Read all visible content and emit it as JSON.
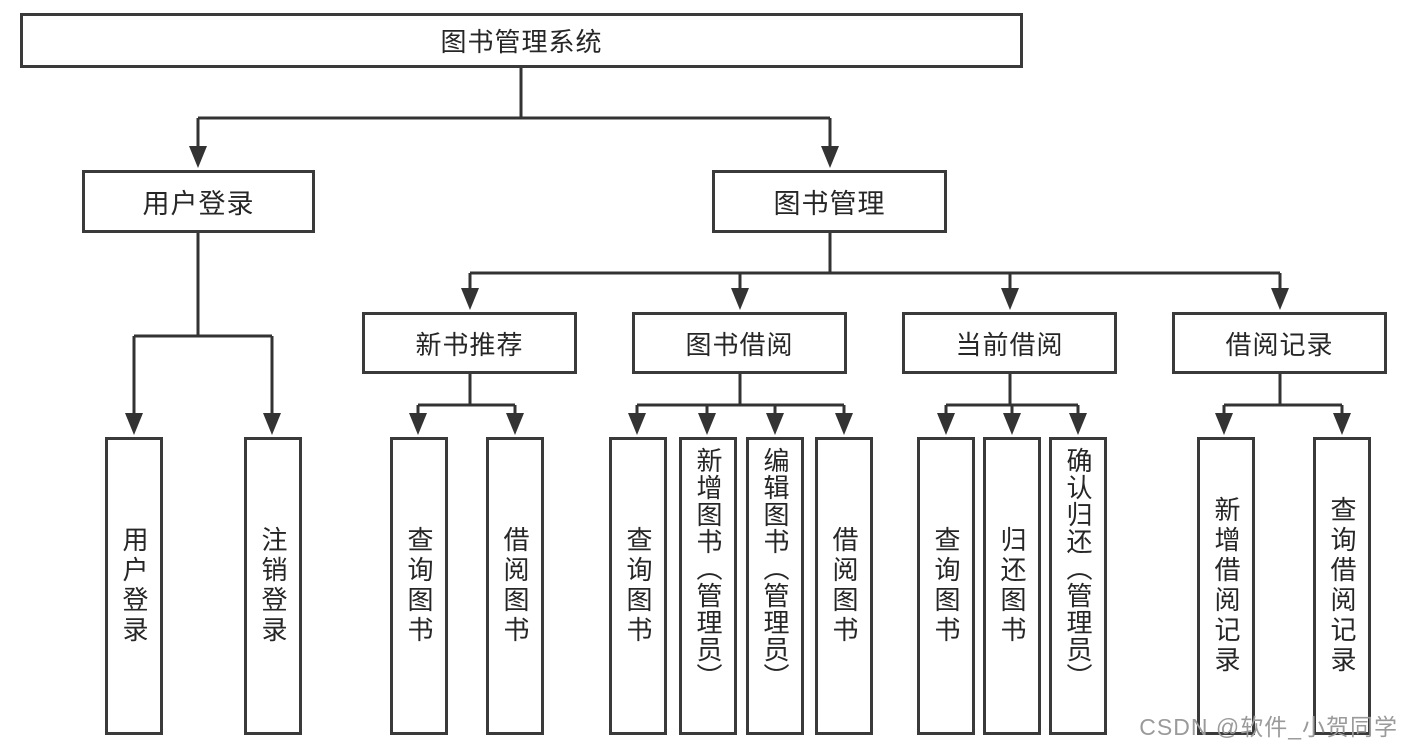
{
  "tree": {
    "label": "图书管理系统",
    "children": [
      {
        "label": "用户登录",
        "children": [
          {
            "label": "用户登录"
          },
          {
            "label": "注销登录"
          }
        ]
      },
      {
        "label": "图书管理",
        "children": [
          {
            "label": "新书推荐",
            "children": [
              {
                "label": "查询图书"
              },
              {
                "label": "借阅图书"
              }
            ]
          },
          {
            "label": "图书借阅",
            "children": [
              {
                "label": "查询图书"
              },
              {
                "label": "新增图书（管理员）"
              },
              {
                "label": "编辑图书（管理员）"
              },
              {
                "label": "借阅图书"
              }
            ]
          },
          {
            "label": "当前借阅",
            "children": [
              {
                "label": "查询图书"
              },
              {
                "label": "归还图书"
              },
              {
                "label": "确认归还（管理员）"
              }
            ]
          },
          {
            "label": "借阅记录",
            "children": [
              {
                "label": "新增借阅记录"
              },
              {
                "label": "查询借阅记录"
              }
            ]
          }
        ]
      }
    ]
  },
  "watermark": "CSDN @软件_小贺同学",
  "colors": {
    "border": "#3a3a3a",
    "line": "#333333",
    "text": "#262626",
    "watermark": "#9a9a9a"
  }
}
